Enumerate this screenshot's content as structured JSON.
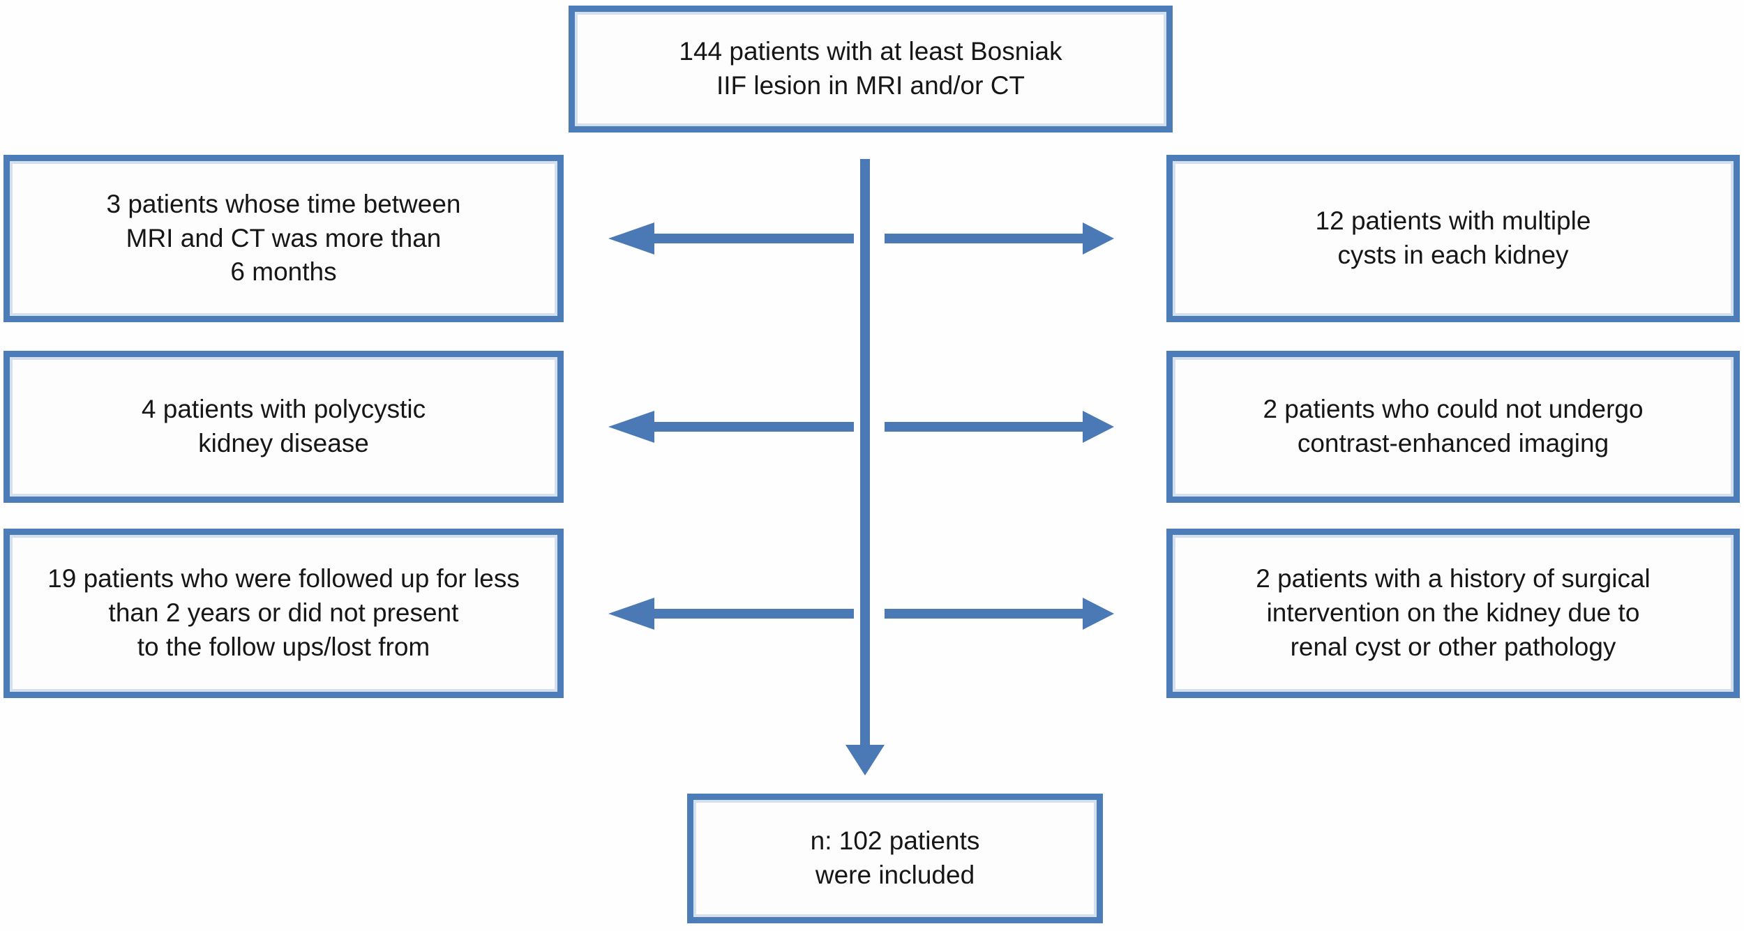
{
  "colors": {
    "border_blue": "#4d7db9",
    "border_inner_light": "#d4e0ee",
    "arrow_blue": "#4a79b6",
    "text": "#161616",
    "background": "#ffffff"
  },
  "diagram": {
    "type": "flowchart",
    "top_node": {
      "text": "144 patients with at least Bosniak\nIIF lesion in MRI and/or CT"
    },
    "excluded_left": [
      {
        "text": "3 patients whose time between\nMRI and CT was more than\n6 months"
      },
      {
        "text": "4 patients with polycystic\nkidney disease"
      },
      {
        "text": "19 patients who were followed up for less\nthan 2 years or did not present\nto the follow ups/lost from"
      }
    ],
    "excluded_right": [
      {
        "text": "12 patients with multiple\ncysts in each kidney"
      },
      {
        "text": "2 patients who could not undergo\ncontrast-enhanced imaging"
      },
      {
        "text": "2 patients with a history of surgical\nintervention on the kidney due to\nrenal cyst or other pathology"
      }
    ],
    "bottom_node": {
      "text": "n: 102 patients\nwere included"
    }
  }
}
